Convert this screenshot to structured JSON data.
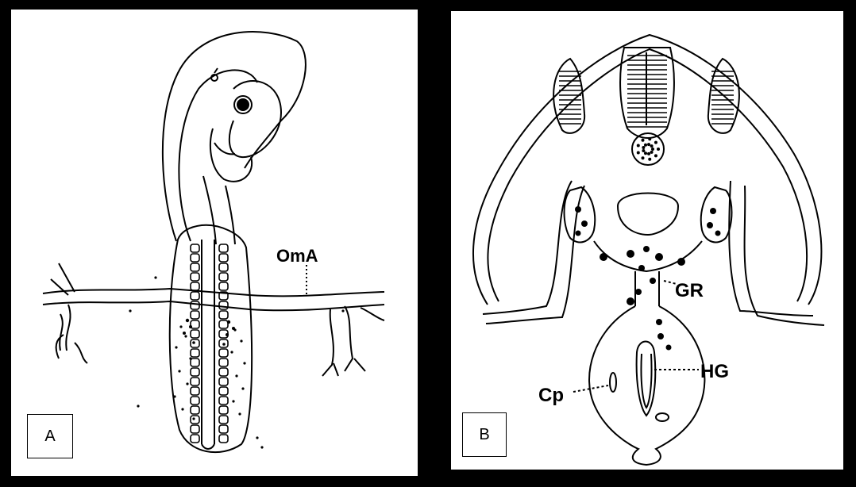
{
  "panels": [
    {
      "id": "A",
      "label": "A",
      "annotations": {
        "omA": "OmA"
      }
    },
    {
      "id": "B",
      "label": "B",
      "annotations": {
        "gr": "GR",
        "hg": "HG",
        "cp": "Cp"
      }
    }
  ]
}
